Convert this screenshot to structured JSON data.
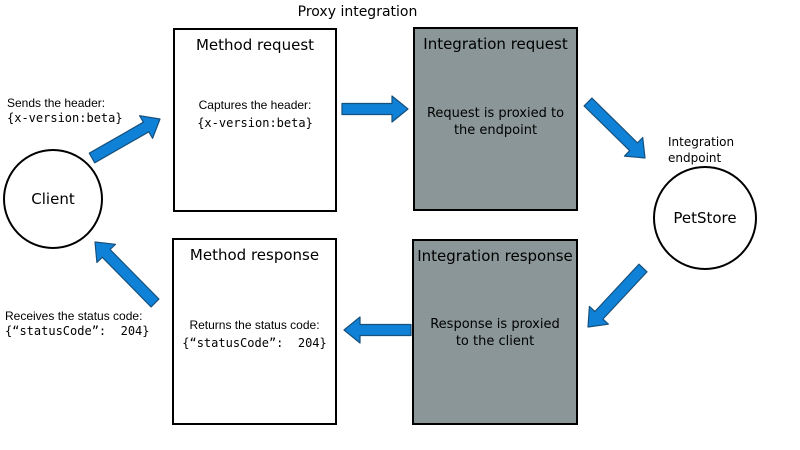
{
  "title": "Proxy integration",
  "client": {
    "label": "Client",
    "request_note": {
      "text": "Sends the header:",
      "code": "{x-version:beta}"
    },
    "response_note": {
      "text": "Receives the status code:",
      "code": "{“statusCode”:  204}"
    }
  },
  "method_request": {
    "title": "Method request",
    "body": "Captures the header:",
    "code": "{x-version:beta}"
  },
  "integration_request": {
    "title": "Integration request",
    "body": "Request is proxied to the endpoint"
  },
  "method_response": {
    "title": "Method response",
    "body": "Returns the status code:",
    "code": "{“statusCode”:  204}"
  },
  "integration_response": {
    "title": "Integration response",
    "body": "Response is proxied to the client"
  },
  "endpoint": {
    "caption_line1": "Integration",
    "caption_line2": "endpoint",
    "label": "PetStore"
  },
  "arrows": {
    "client_to_method_request": "request flow",
    "method_request_to_integration_request": "request flow",
    "integration_request_to_endpoint": "request flow",
    "endpoint_to_integration_response": "response flow",
    "integration_response_to_method_response": "response flow",
    "method_response_to_client": "response flow"
  },
  "colors": {
    "arrow_fill": "#0f82d8",
    "arrow_stroke": "#16507c",
    "integration_box_fill": "#8a9697"
  }
}
